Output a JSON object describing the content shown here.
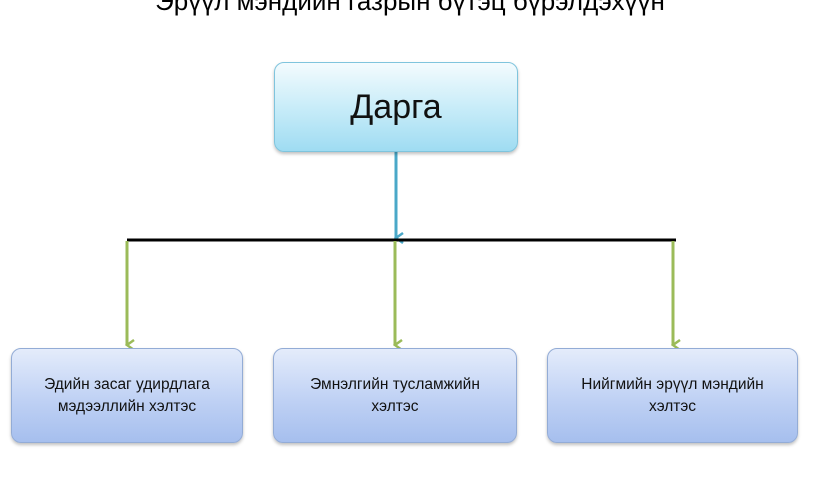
{
  "diagram": {
    "title": "Эрүүл мэндийн газрын бүтэц бүрэлдэхүүн",
    "root": {
      "label": "Дарга"
    },
    "children": [
      {
        "label": "Эдийн засаг удирдлага\nмэдээллийн хэлтэс"
      },
      {
        "label": "Эмнэлгийн тусламжийн\nхэлтэс"
      },
      {
        "label": "Нийгмийн эрүүл мэндийн\nхэлтэс"
      }
    ],
    "colors": {
      "root_fill": "#cdeef9",
      "child_fill": "#bfd1f4",
      "root_arrow": "#4aa8c8",
      "child_arrows": "#9bbb59",
      "bus_line": "#000000"
    }
  }
}
